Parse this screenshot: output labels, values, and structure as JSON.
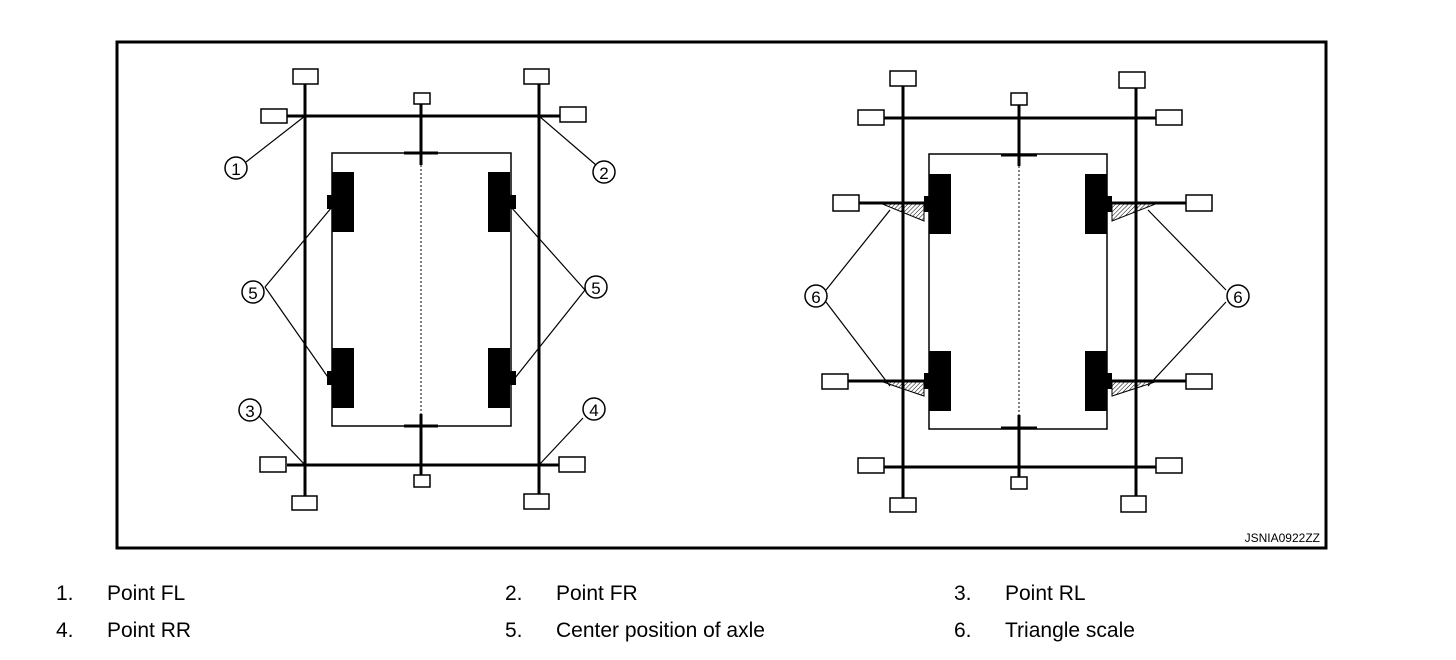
{
  "figure": {
    "code": "JSNIA0922ZZ",
    "callouts": [
      "1",
      "2",
      "3",
      "4",
      "5",
      "6"
    ]
  },
  "legend": [
    {
      "num": "1.",
      "label": "Point FL"
    },
    {
      "num": "2.",
      "label": "Point FR"
    },
    {
      "num": "3.",
      "label": "Point RL"
    },
    {
      "num": "4.",
      "label": "Point RR"
    },
    {
      "num": "5.",
      "label": "Center position of axle"
    },
    {
      "num": "6.",
      "label": "Triangle scale"
    }
  ],
  "colors": {
    "ink": "#000000",
    "background": "#ffffff"
  }
}
